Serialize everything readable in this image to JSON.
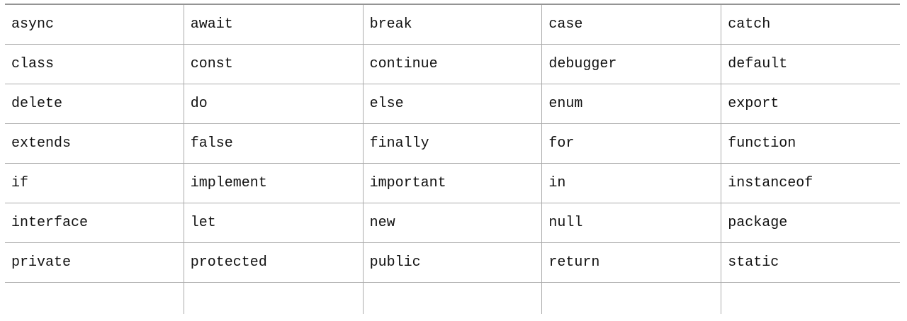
{
  "page": {
    "background_color": "#ffffff",
    "text_color": "#111111"
  },
  "table": {
    "title": "javascript-reserved-keywords",
    "columns": 5,
    "border_top_color": "#949494",
    "border_inner_color": "#ababab",
    "rows": [
      [
        "async",
        "await",
        "break",
        "case",
        "catch"
      ],
      [
        "class",
        "const",
        "continue",
        "debugger",
        "default"
      ],
      [
        "delete",
        "do",
        "else",
        "enum",
        "export"
      ],
      [
        "extends",
        "false",
        "finally",
        "for",
        "function"
      ],
      [
        "if",
        "implement",
        "important",
        "in",
        "instanceof"
      ],
      [
        "interface",
        "let",
        "new",
        "null",
        "package"
      ],
      [
        "private",
        "protected",
        "public",
        "return",
        "static"
      ],
      [
        "",
        "",
        "",
        "",
        ""
      ]
    ]
  }
}
